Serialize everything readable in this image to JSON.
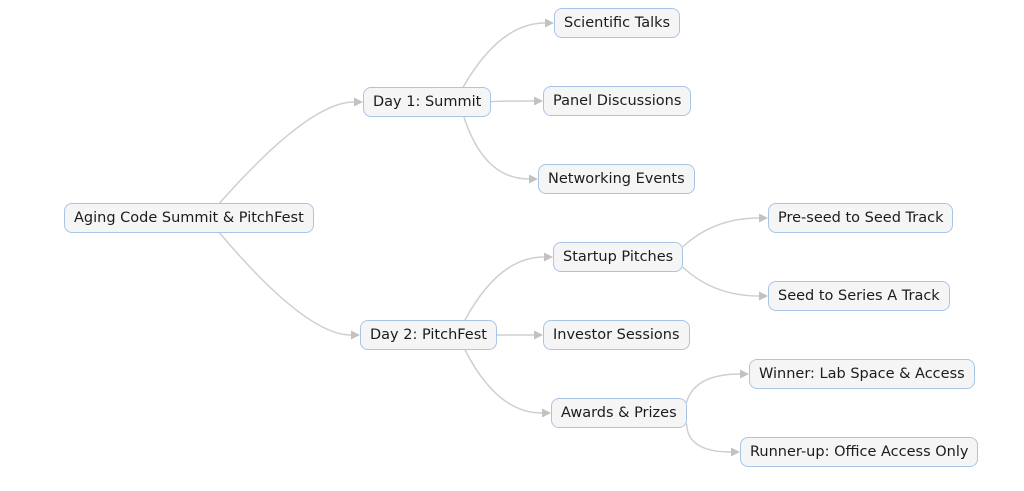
{
  "diagram": {
    "type": "mindmap",
    "root_label": "Aging Code Summit & PitchFest",
    "colors": {
      "background": "#ffffff",
      "node_fill": "#f5f5f6",
      "node_border": "#a9c5e6",
      "node_text": "#1c1c1c",
      "edge": "#cfcfcf",
      "arrow": "#c2c2c2"
    },
    "nodes": [
      {
        "id": "root",
        "label": "Aging Code Summit & PitchFest"
      },
      {
        "id": "day1",
        "label": "Day 1: Summit"
      },
      {
        "id": "talks",
        "label": "Scientific Talks"
      },
      {
        "id": "panels",
        "label": "Panel Discussions"
      },
      {
        "id": "networking",
        "label": "Networking Events"
      },
      {
        "id": "day2",
        "label": "Day 2: PitchFest"
      },
      {
        "id": "pitches",
        "label": "Startup Pitches"
      },
      {
        "id": "preseed",
        "label": "Pre-seed to Seed Track"
      },
      {
        "id": "seeda",
        "label": "Seed to Series A Track"
      },
      {
        "id": "investor",
        "label": "Investor Sessions"
      },
      {
        "id": "awards",
        "label": "Awards & Prizes"
      },
      {
        "id": "winner",
        "label": "Winner: Lab Space & Access"
      },
      {
        "id": "runnerup",
        "label": "Runner-up: Office Access Only"
      }
    ],
    "edges": [
      {
        "from": "root",
        "to": "day1"
      },
      {
        "from": "root",
        "to": "day2"
      },
      {
        "from": "day1",
        "to": "talks"
      },
      {
        "from": "day1",
        "to": "panels"
      },
      {
        "from": "day1",
        "to": "networking"
      },
      {
        "from": "day2",
        "to": "pitches"
      },
      {
        "from": "day2",
        "to": "investor"
      },
      {
        "from": "day2",
        "to": "awards"
      },
      {
        "from": "pitches",
        "to": "preseed"
      },
      {
        "from": "pitches",
        "to": "seeda"
      },
      {
        "from": "awards",
        "to": "winner"
      },
      {
        "from": "awards",
        "to": "runnerup"
      }
    ]
  }
}
